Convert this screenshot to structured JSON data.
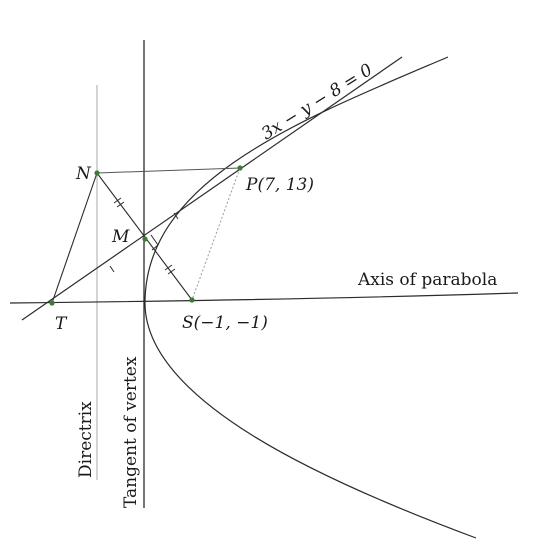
{
  "labels": {
    "N": "N",
    "P": "P(7, 13)",
    "M": "M",
    "T": "T",
    "S": "S(−1, −1)",
    "tangent_eq": "3x − y − 8 = 0",
    "axis": "Axis of parabola",
    "directrix": "Directrix",
    "tangent_vertex": "Tangent of vertex"
  },
  "colors": {
    "line": "#2b2b2b",
    "faint": "#9a9a9a",
    "dot": "#3c7a3c"
  }
}
